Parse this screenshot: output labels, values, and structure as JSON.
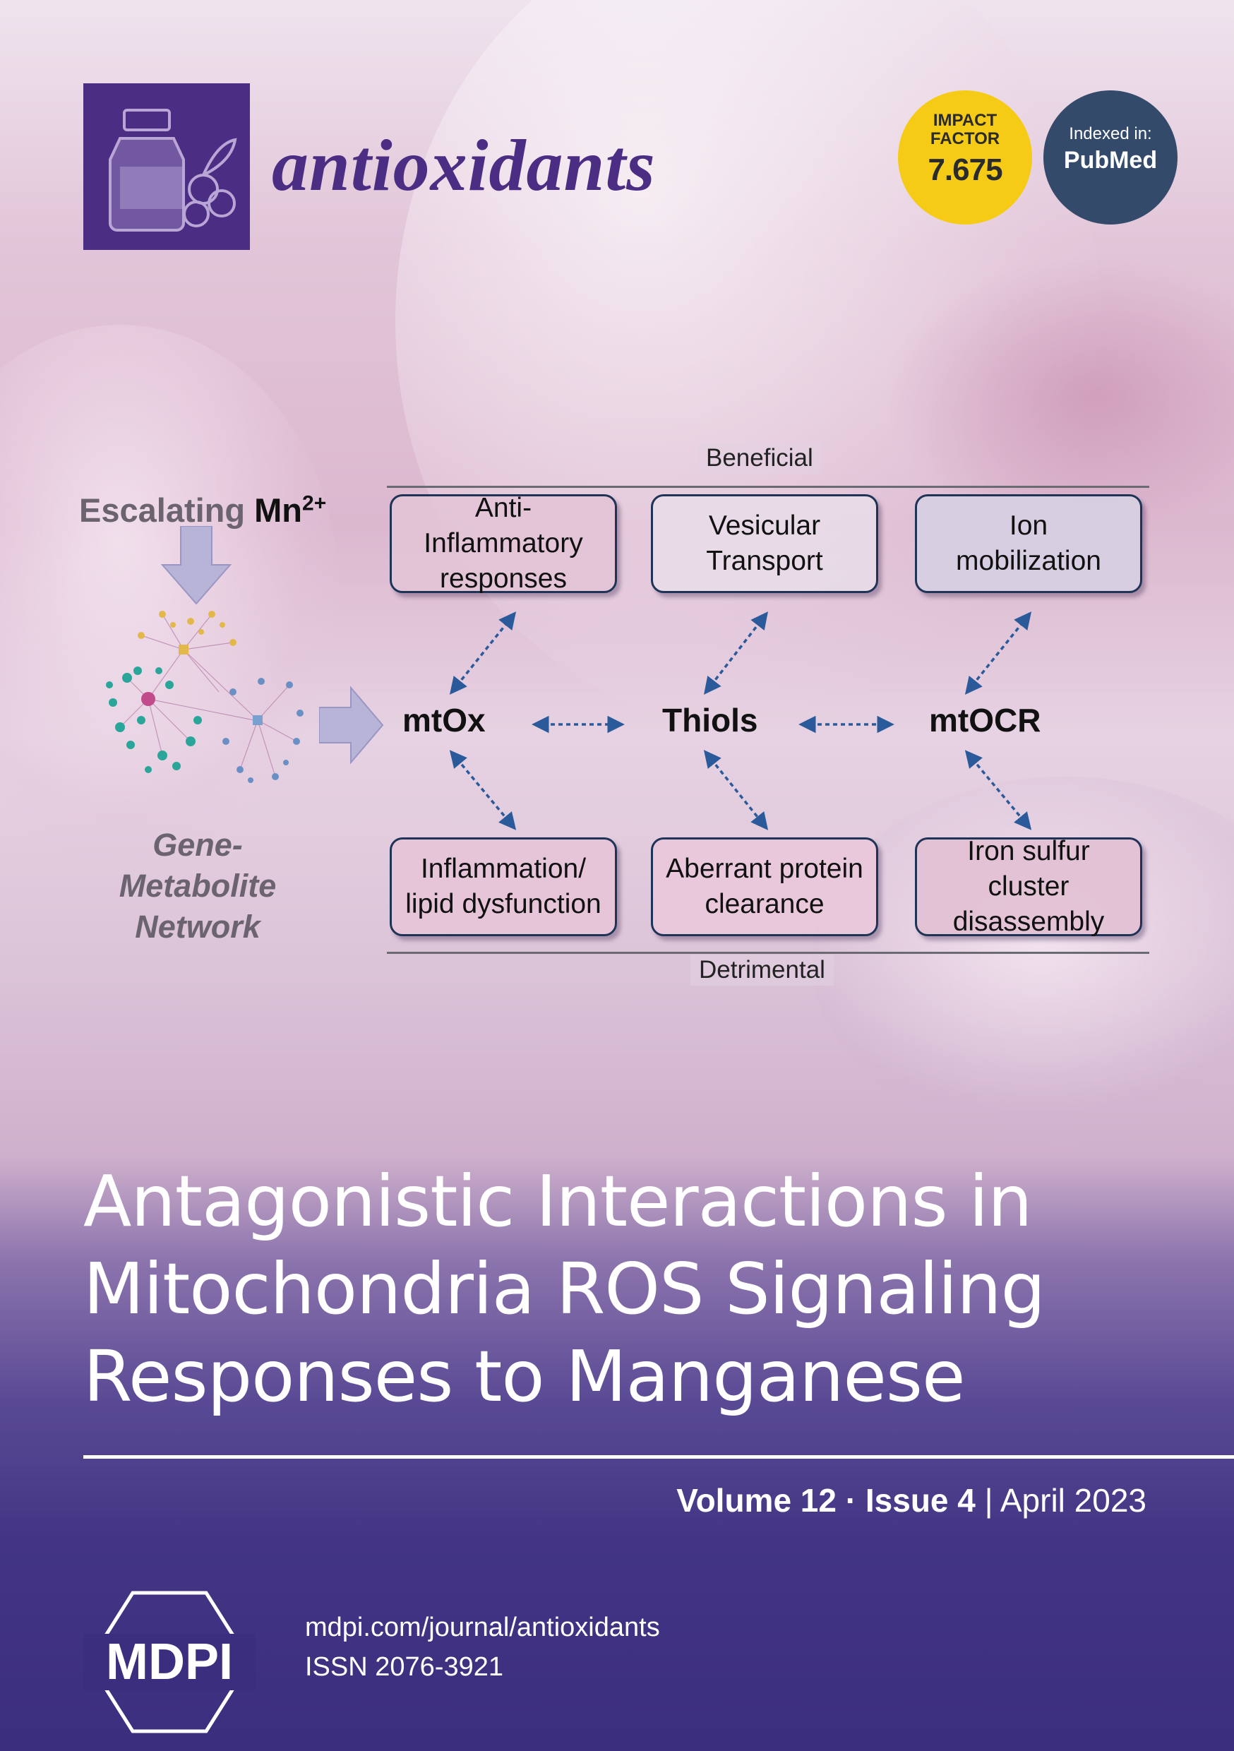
{
  "journal": {
    "name": "antioxidants"
  },
  "badges": {
    "impact": {
      "line1": "IMPACT",
      "line2": "FACTOR",
      "value": "7.675"
    },
    "indexed": {
      "line1": "Indexed in:",
      "line2": "PubMed"
    }
  },
  "diagram": {
    "input": {
      "label": "Escalating",
      "ion": "Mn",
      "charge": "2+"
    },
    "network_label": "Gene-\nMetabolite\nNetwork",
    "beneficial_label": "Beneficial",
    "detrimental_label": "Detrimental",
    "hubs": [
      "mtOx",
      "Thiols",
      "mtOCR"
    ],
    "beneficial": [
      "Anti-\nInflammatory\nresponses",
      "Vesicular\nTransport",
      "Ion\nmobilization"
    ],
    "detrimental": [
      "Inflammation/\nlipid dysfunction",
      "Aberrant protein\nclearance",
      "Iron sulfur\ncluster\ndisassembly"
    ]
  },
  "article": {
    "title_lines": [
      "Antagonistic Interactions in",
      "Mitochondria ROS Signaling",
      "Responses to Manganese"
    ]
  },
  "issue": {
    "volume": "Volume 12",
    "sep": "·",
    "issue": "Issue 4",
    "bar": "|",
    "date": "April 2023"
  },
  "publisher": {
    "logo_text": "MDPI",
    "url": "mdpi.com/journal/antioxidants",
    "issn": "ISSN 2076-3921"
  },
  "colors": {
    "brand_purple": "#4b2e83",
    "badge_yellow": "#f6cb16",
    "badge_navy": "#344a6a",
    "arrow_blue": "#2a5a9a"
  }
}
